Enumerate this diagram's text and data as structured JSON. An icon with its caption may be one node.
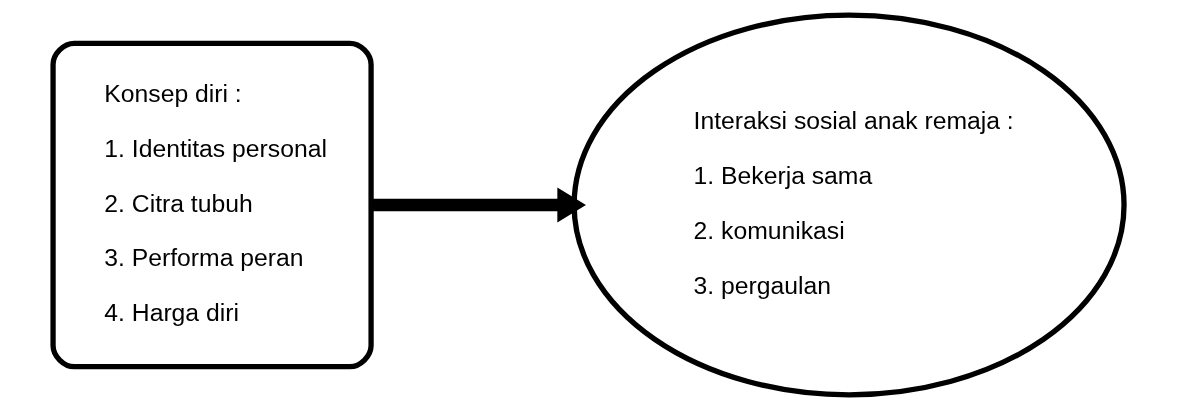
{
  "diagram": {
    "nodes": [
      {
        "text": [
          "Konsep diri :",
          "1. Identitas personal",
          "2. Citra tubuh",
          "3. Performa peran",
          "4. Harga diri"
        ]
      },
      {
        "text": [
          "Interaksi sosial anak remaja :",
          "1. Bekerja sama",
          "2. komunikasi",
          "3. pergaulan"
        ]
      }
    ],
    "edges": [
      {
        "from": 0,
        "to": 1,
        "arrow": "to"
      }
    ]
  }
}
